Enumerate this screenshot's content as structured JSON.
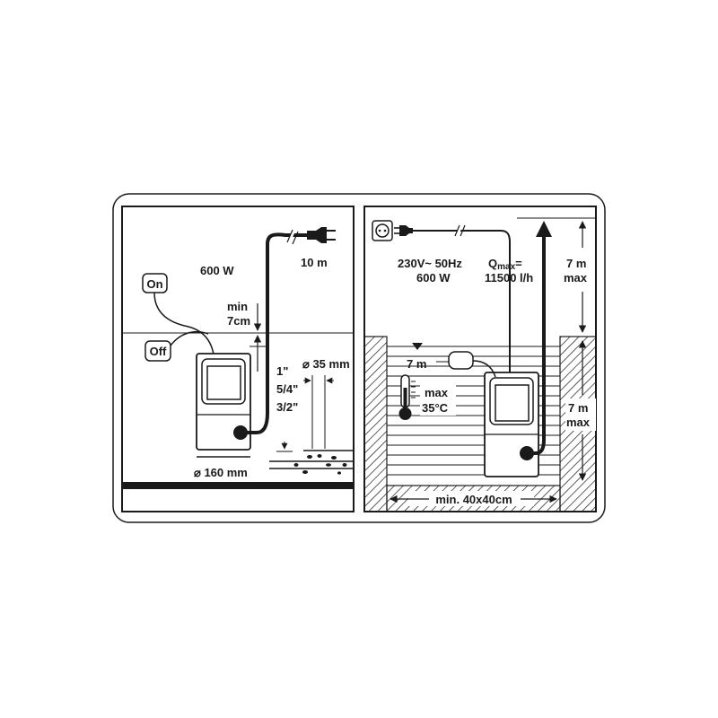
{
  "left_panel": {
    "switch_on_label": "On",
    "switch_off_label": "Off",
    "power_label": "600 W",
    "cable_length_label": "10 m",
    "min_depth_label_line1": "min",
    "min_depth_label_line2": "7cm",
    "hose_size_1": "1\"",
    "hose_size_2": "5/4\"",
    "hose_size_3": "3/2\"",
    "particle_size_label": "⌀ 35 mm",
    "base_diameter_label": "⌀ 160 mm"
  },
  "right_panel": {
    "voltage_label": "230V~ 50Hz",
    "power_label": "600 W",
    "flow_label_prefix": "Q",
    "flow_label_sub": "max",
    "flow_label_suffix": "=",
    "flow_value": "11500 l/h",
    "float_level_label": "7 m",
    "temp_label_line1": "max",
    "temp_label_line2": "35°C",
    "head_height_line1": "7 m",
    "head_height_line2": "max",
    "depth_line1": "7 m",
    "depth_line2": "max",
    "shaft_size_label": "min. 40x40cm"
  }
}
